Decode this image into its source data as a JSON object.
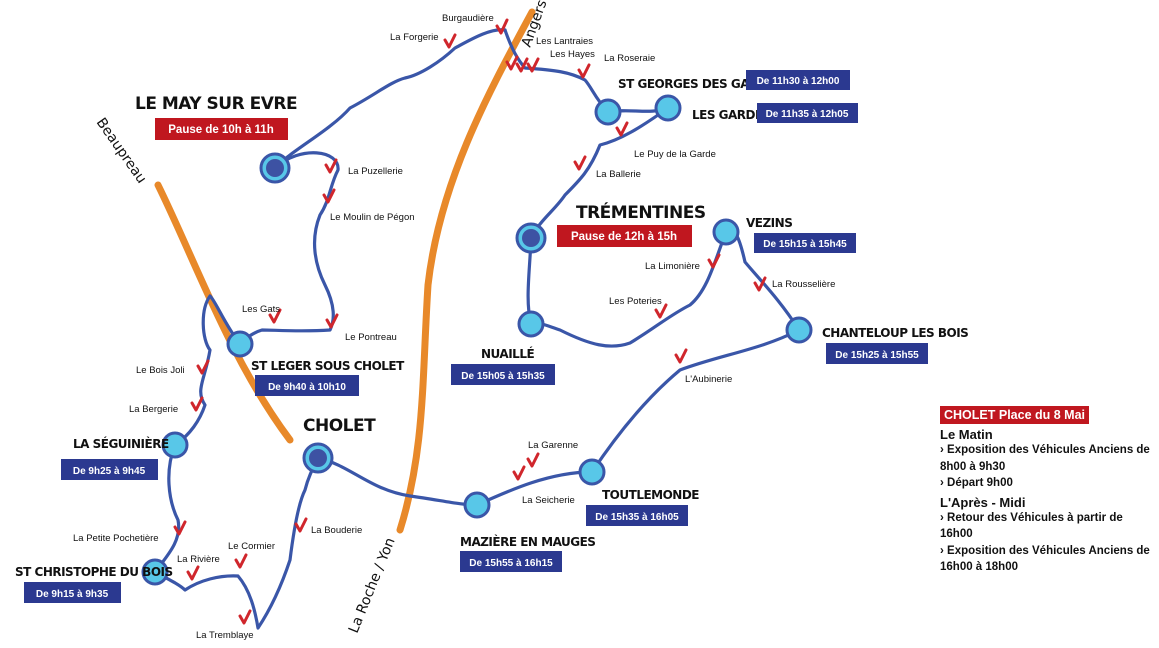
{
  "roads": {
    "beaupreau": "Beaupreau",
    "angers": "Angers",
    "laroche": "La Roche / Yon"
  },
  "colors": {
    "route": "#3a56a8",
    "road": "#e8892a",
    "stop": "#58c7e8",
    "pause_stop": "#3d52a3",
    "badge": "#2b3990",
    "pause": "#c0171f",
    "check": "#d0262c"
  },
  "places": {
    "burgaudiere": "Burgaudière",
    "laforgerie": "La Forgerie",
    "leslantraies": "Les Lantraies",
    "leshayes": "Les Hayes",
    "laroseraie": "La Roseraie",
    "puzellerie": "La Puzellerie",
    "moulin": "Le Moulin de Pégon",
    "puydelagarde": "Le Puy de la Garde",
    "ballerie": "La Ballerie",
    "limoniere": "La Limonière",
    "rousseliere": "La Rousselière",
    "poteries": "Les Poteries",
    "gats": "Les Gats",
    "pontreau": "Le Pontreau",
    "boisjoli": "Le Bois Joli",
    "bergerie": "La Bergerie",
    "aubinerie": "L'Aubinerie",
    "garenne": "La Garenne",
    "seicherie": "La Seicherie",
    "bouderie": "La Bouderie",
    "pochetiere": "La Petite Pochetière",
    "cormier": "Le Cormier",
    "riviere": "La Rivière",
    "tremblaye": "La Tremblaye"
  },
  "towns": {
    "lemay": "LE MAY SUR EVRE",
    "stgeorges": "ST GEORGES DES GARDES",
    "lesgardes": "LES GARDES",
    "trementines": "TRÉMENTINES",
    "vezins": "VEZINS",
    "chanteloup": "CHANTELOUP LES BOIS",
    "nuaille": "NUAILLÉ",
    "stleger": "ST LEGER SOUS CHOLET",
    "cholet": "CHOLET",
    "seguiniere": "LA SÉGUINIÈRE",
    "toutlemonde": "TOUTLEMONDE",
    "maziere": "MAZIÈRE EN MAUGES",
    "stchristophe": "ST CHRISTOPHE DU BOIS"
  },
  "badges": {
    "lemay": "Pause de 10h à 11h",
    "stgeorges": "De 11h30 à 12h00",
    "lesgardes": "De 11h35 à 12h05",
    "trementines": "Pause de 12h à 15h",
    "vezins": "De 15h15 à 15h45",
    "chanteloup": "De 15h25 à 15h55",
    "nuaille": "De 15h05 à 15h35",
    "stleger": "De 9h40 à 10h10",
    "seguiniere": "De 9h25 à 9h45",
    "toutlemonde": "De 15h35 à 16h05",
    "maziere": "De 15h55 à 16h15",
    "stchristophe": "De 9h15 à 9h35"
  },
  "info": {
    "title": "CHOLET Place du 8 Mai",
    "morning": "Le Matin",
    "m1": "› Exposition des Véhicules Anciens de 8h00 à 9h30",
    "m2": "› Départ 9h00",
    "afternoon": "L'Après - Midi",
    "a1": "› Retour des Véhicules à partir de 16h00",
    "a2": "› Exposition des Véhicules Anciens de 16h00 à 18h00"
  }
}
